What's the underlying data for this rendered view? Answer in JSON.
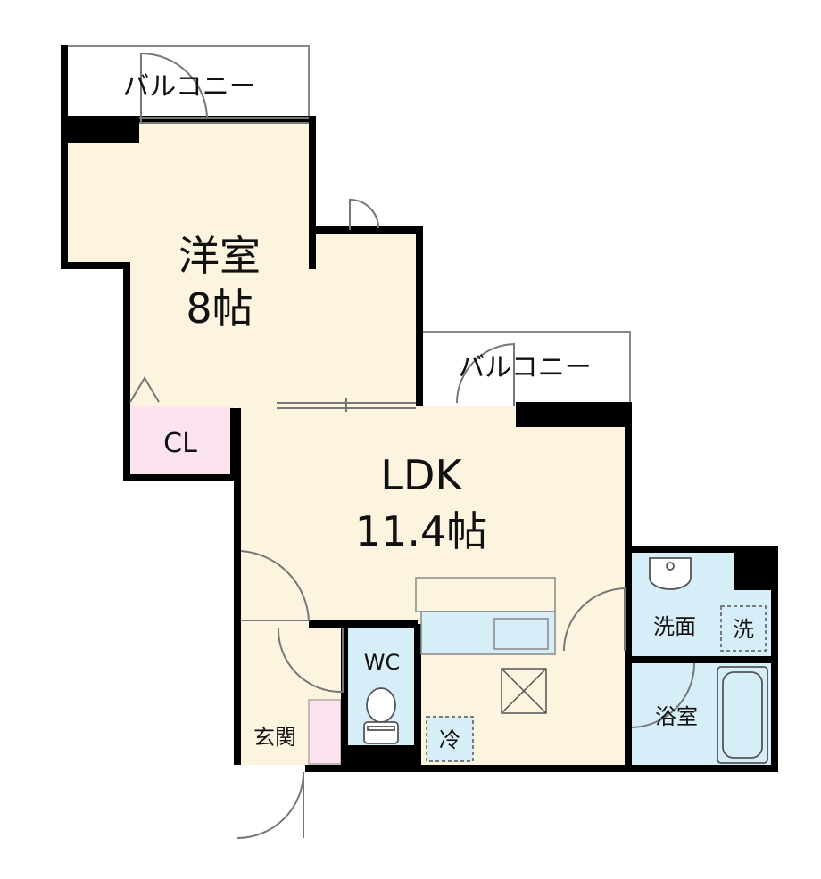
{
  "rooms": {
    "western": {
      "name": "洋室",
      "size": "8帖"
    },
    "ldk": {
      "name": "LDK",
      "size": "11.4帖"
    },
    "closet": "CL",
    "wc": "WC",
    "entrance": "玄関",
    "washroom": "洗面",
    "washer": "洗",
    "bathroom": "浴室",
    "fridge": "冷"
  },
  "balconies": {
    "top": "バルコニー",
    "middle": "バルコニー"
  },
  "colors": {
    "wall": "#000000",
    "living": "#fdf4e0",
    "closet": "#fbe3ef",
    "wet": "#d6eef8",
    "line": "#777777"
  }
}
